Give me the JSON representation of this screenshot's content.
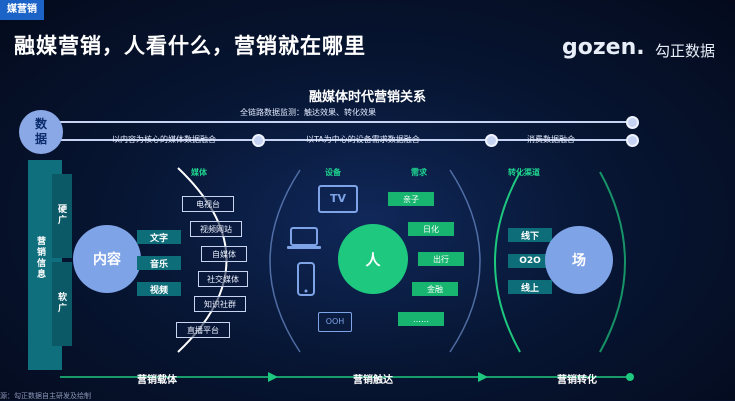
{
  "corner_tag": "媒营销",
  "title": "融媒营销，人看什么，营销就在哪里",
  "logo": {
    "brand": "gozen.",
    "cn": "勾正数据"
  },
  "diagram_title": "融媒体时代营销关系",
  "data_node": {
    "line1": "数",
    "line2": "据"
  },
  "timeline": {
    "top_label": "全链路数据监测：触达效果、转化效果",
    "labels": [
      "以内容为核心的媒体数据融合",
      "以TA为中心的设备需求数据融合",
      "消费数据融合"
    ]
  },
  "sections": {
    "media": "媒体",
    "device": "设备",
    "demand": "需求",
    "channel": "转化渠道"
  },
  "left_bar": {
    "main": "营销信息",
    "hard": "硬广",
    "soft": "软广"
  },
  "content_node": "内容",
  "content_types": [
    "文字",
    "音乐",
    "视频"
  ],
  "media_items": [
    "电视台",
    "视频网站",
    "自媒体",
    "社交媒体",
    "知识社群",
    "直播平台"
  ],
  "devices": [
    "TV",
    "OOH"
  ],
  "person_node": "人",
  "demands": [
    "亲子",
    "日化",
    "出行",
    "金融",
    "……"
  ],
  "channels": [
    "线下",
    "O2O",
    "线上"
  ],
  "venue_node": "场",
  "bottom": [
    "营销载体",
    "营销触达",
    "营销转化"
  ],
  "footnote": "源：勾正数据自主研发及绘制",
  "colors": {
    "bg": "#06102a",
    "accent_blue": "#7ea3e6",
    "teal": "#0d6e79",
    "green": "#1ec97f"
  }
}
